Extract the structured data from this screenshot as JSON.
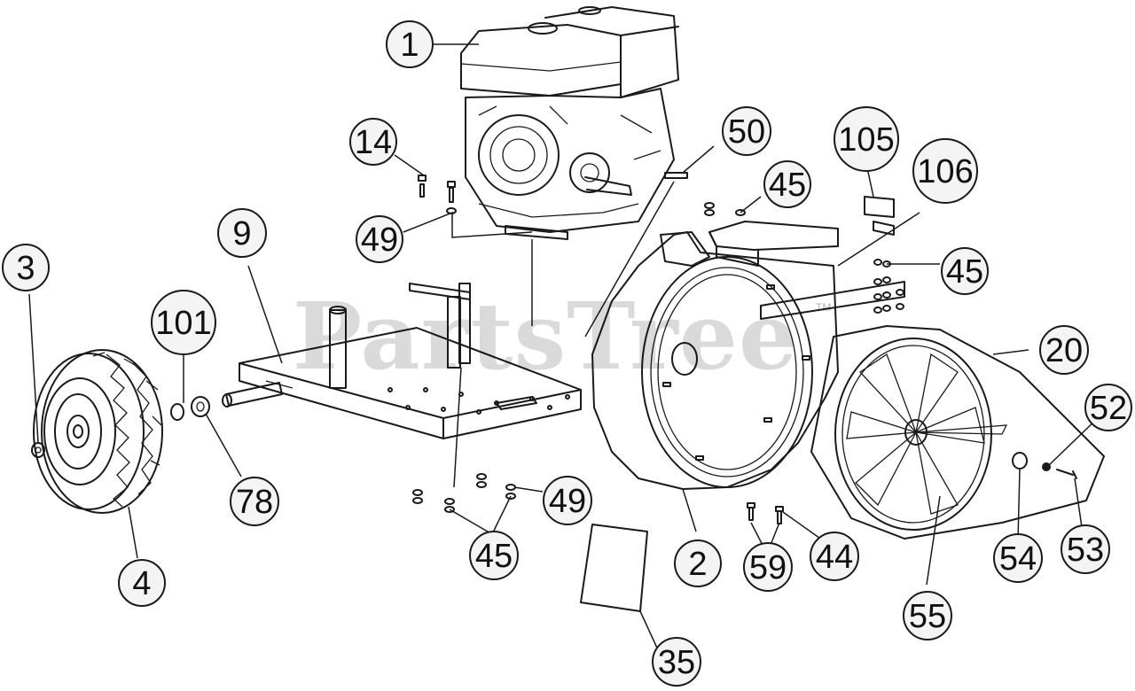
{
  "watermark": {
    "text": "PartsTree",
    "trademark": "TM"
  },
  "callouts": [
    {
      "id": "c1",
      "label": "1"
    },
    {
      "id": "c14",
      "label": "14"
    },
    {
      "id": "c49a",
      "label": "49"
    },
    {
      "id": "c50",
      "label": "50"
    },
    {
      "id": "c45a",
      "label": "45"
    },
    {
      "id": "c105",
      "label": "105"
    },
    {
      "id": "c106",
      "label": "106"
    },
    {
      "id": "c45b",
      "label": "45"
    },
    {
      "id": "c9",
      "label": "9"
    },
    {
      "id": "c3",
      "label": "3"
    },
    {
      "id": "c101",
      "label": "101"
    },
    {
      "id": "c78",
      "label": "78"
    },
    {
      "id": "c4",
      "label": "4"
    },
    {
      "id": "c49b",
      "label": "49"
    },
    {
      "id": "c45c",
      "label": "45"
    },
    {
      "id": "c2",
      "label": "2"
    },
    {
      "id": "c35",
      "label": "35"
    },
    {
      "id": "c59",
      "label": "59"
    },
    {
      "id": "c44",
      "label": "44"
    },
    {
      "id": "c20",
      "label": "20"
    },
    {
      "id": "c52",
      "label": "52"
    },
    {
      "id": "c53",
      "label": "53"
    },
    {
      "id": "c54",
      "label": "54"
    },
    {
      "id": "c55",
      "label": "55"
    }
  ]
}
